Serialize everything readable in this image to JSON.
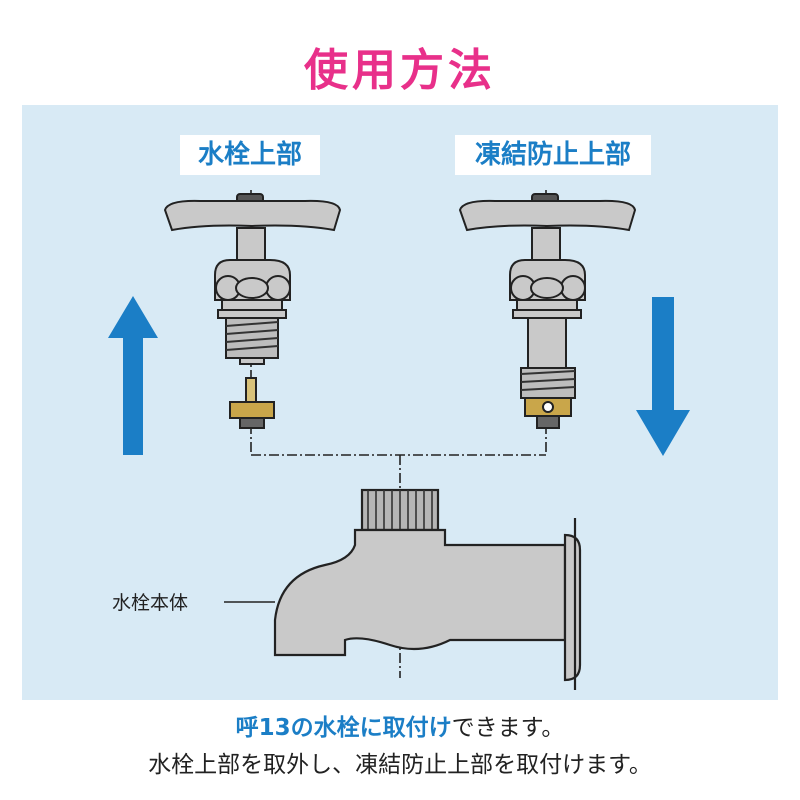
{
  "title": "使用方法",
  "labels": {
    "faucet_top": "水栓上部",
    "antifreeze_top": "凍結防止上部",
    "faucet_body": "水栓本体"
  },
  "footer": {
    "line1_emphasis": "呼13の水栓に取付け",
    "line1_rest": "できます。",
    "line2": "水栓上部を取外し、凍結防止上部を取付けます。"
  },
  "colors": {
    "title": "#e8308a",
    "accent": "#1b7ec6",
    "panel": "#d8eaf5",
    "metal": "#c9c9c9",
    "brass": "#c9a64a"
  },
  "arrows": {
    "left": "arrow-up-icon",
    "right": "arrow-down-icon"
  }
}
